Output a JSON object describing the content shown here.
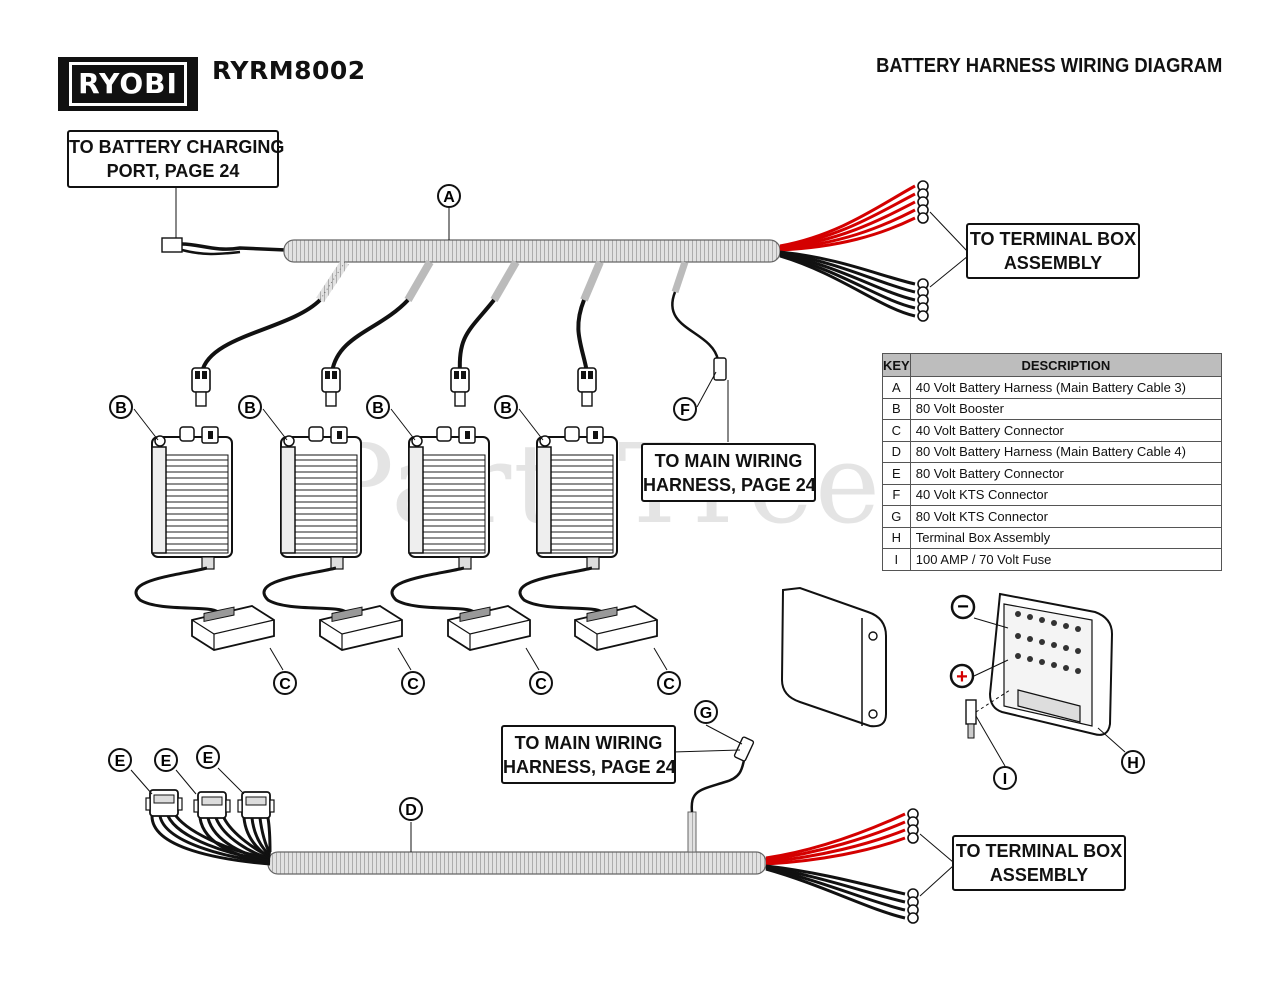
{
  "brand": {
    "logo_text": "RYOBI"
  },
  "header": {
    "model": "RYRM8002",
    "title": "BATTERY HARNESS WIRING DIAGRAM"
  },
  "watermark": "PartsTree",
  "callouts": {
    "charging_port": [
      "TO BATTERY CHARGING",
      "PORT, PAGE 24"
    ],
    "terminal_box_top": [
      "TO TERMINAL BOX",
      "ASSEMBLY"
    ],
    "main_wiring_f": [
      "TO MAIN WIRING",
      "HARNESS, PAGE 24"
    ],
    "main_wiring_g": [
      "TO MAIN WIRING",
      "HARNESS, PAGE 24"
    ],
    "terminal_box_bottom": [
      "TO TERMINAL BOX",
      "ASSEMBLY"
    ]
  },
  "key_table": {
    "headers": {
      "key": "KEY",
      "description": "DESCRIPTION"
    },
    "rows": [
      {
        "key": "A",
        "description": "40 Volt Battery Harness (Main Battery Cable 3)"
      },
      {
        "key": "B",
        "description": "80 Volt Booster"
      },
      {
        "key": "C",
        "description": "40 Volt Battery Connector"
      },
      {
        "key": "D",
        "description": "80 Volt Battery Harness (Main Battery Cable 4)"
      },
      {
        "key": "E",
        "description": "80 Volt Battery Connector"
      },
      {
        "key": "F",
        "description": "40 Volt KTS Connector"
      },
      {
        "key": "G",
        "description": "80 Volt KTS Connector"
      },
      {
        "key": "H",
        "description": "Terminal Box Assembly"
      },
      {
        "key": "I",
        "description": "100 AMP / 70 Volt Fuse"
      }
    ]
  },
  "labels": {
    "a": "A",
    "b": "B",
    "c": "C",
    "d": "D",
    "e": "E",
    "f": "F",
    "g": "G",
    "h": "H",
    "i": "I"
  },
  "terminal_symbols": {
    "negative": "−",
    "positive": "+"
  },
  "colors": {
    "positive_wire": "#d40000",
    "negative_wire": "#111111",
    "conduit": "#d6d6d6"
  }
}
